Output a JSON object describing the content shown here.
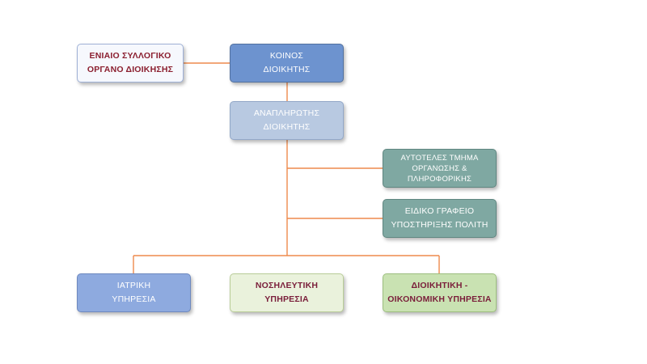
{
  "org_chart": {
    "connector_color": "#ee8a4d",
    "nodes": {
      "unified_board": {
        "label": "ΕΝΙΑΙΟ ΣΥΛΛΟΓΙΚΟ\nΟΡΓΑΝΟ ΔΙΟΙΚΗΣΗΣ",
        "text_color": "#8b1f2f"
      },
      "director": {
        "label": "ΚΟΙΝΟΣ\nΔΙΟΙΚΗΤΗΣ",
        "fill": "#6d93cf"
      },
      "deputy_director": {
        "label": "ΑΝΑΠΛΗΡΩΤΗΣ\nΔΙΟΙΚΗΤΗΣ",
        "fill": "#b8c9e1"
      },
      "organization_it": {
        "label": "ΑΥΤΟΤΕΛΕΣ ΤΜΗΜΑ\nΟΡΓΑΝΩΣΗΣ &\nΠΛΗΡΟΦΟΡΙΚΗΣ",
        "fill": "#7fa8a2"
      },
      "citizen_support": {
        "label": "ΕΙΔΙΚΟ ΓΡΑΦΕΙΟ\nΥΠΟΣΤΗΡΙΞΗΣ ΠΟΛΙΤΗ",
        "fill": "#7fa8a2"
      },
      "medical_service": {
        "label": "ΙΑΤΡΙΚΗ\nΥΠΗΡΕΣΙΑ",
        "fill": "#8eaadf"
      },
      "nursing_service": {
        "label": "ΝΟΣΗΛΕΥΤΙΚΗ\nΥΠΗΡΕΣΙΑ",
        "fill": "#eaf2dc"
      },
      "admin_finance_service": {
        "label": "ΔΙΟΙΚΗΤΙΚΗ -\nΟΙΚΟΝΟΜΙΚΗ ΥΠΗΡΕΣΙΑ",
        "fill": "#c9e2b2"
      }
    }
  }
}
